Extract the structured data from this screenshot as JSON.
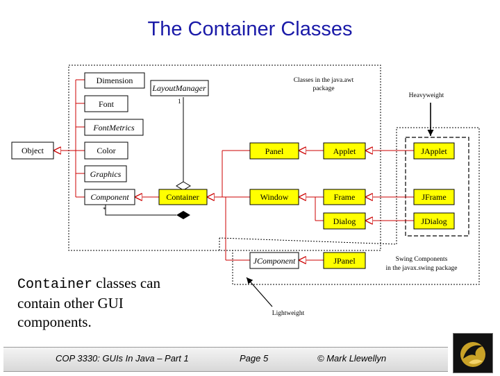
{
  "title": "The Container Classes",
  "diagram": {
    "boxes": {
      "object": "Object",
      "dimension": "Dimension",
      "layout_manager": "LayoutManager",
      "font": "Font",
      "font_metrics": "FontMetrics",
      "color": "Color",
      "graphics": "Graphics",
      "component": "Component",
      "container": "Container",
      "panel": "Panel",
      "applet": "Applet",
      "japplet": "JApplet",
      "window": "Window",
      "frame": "Frame",
      "jframe": "JFrame",
      "dialog": "Dialog",
      "jdialog": "JDialog",
      "jcomponent": "JComponent",
      "jpanel": "JPanel"
    },
    "notes": {
      "awt_line1": "Classes in the java.awt",
      "awt_line2": "package",
      "heavyweight": "Heavyweight",
      "swing_line1": "Swing Components",
      "swing_line2": "in the javax.swing package",
      "lightweight": "Lightweight",
      "multiplicity_one": "1",
      "multiplicity_many": "*"
    }
  },
  "caption": {
    "mono": "Container",
    "rest_line1": " classes can",
    "line2": "contain other GUI",
    "line3": "components."
  },
  "footer": {
    "course": "COP 3330:  GUIs In Java – Part 1",
    "page": "Page 5",
    "author": "© Mark Llewellyn"
  },
  "colors": {
    "title": "#1a1aa8",
    "highlight_box": "#ffff00",
    "connector": "#cc0000"
  }
}
